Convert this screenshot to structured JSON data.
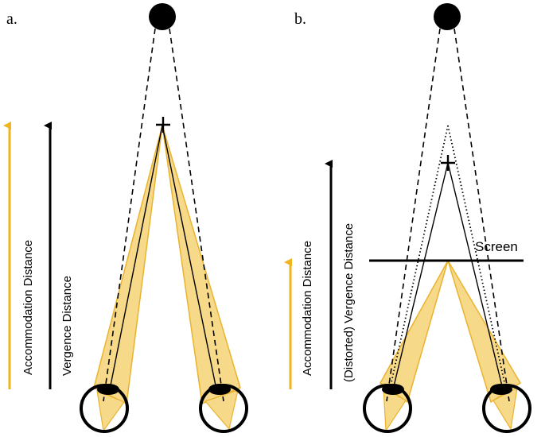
{
  "panels": {
    "a": {
      "label": "a.",
      "axis_accommodation": "Accommodation Distance",
      "axis_vergence": "Vergence Distance"
    },
    "b": {
      "label": "b.",
      "axis_accommodation": "Accommodation Distance",
      "axis_vergence": "(Distorted) Vergence Distance",
      "screen_label": "Screen"
    }
  },
  "colors": {
    "accommodation": "#f0b41e",
    "cone_fill": "#f7d98a",
    "cone_stroke": "#e9b32f",
    "ink": "#000000"
  }
}
